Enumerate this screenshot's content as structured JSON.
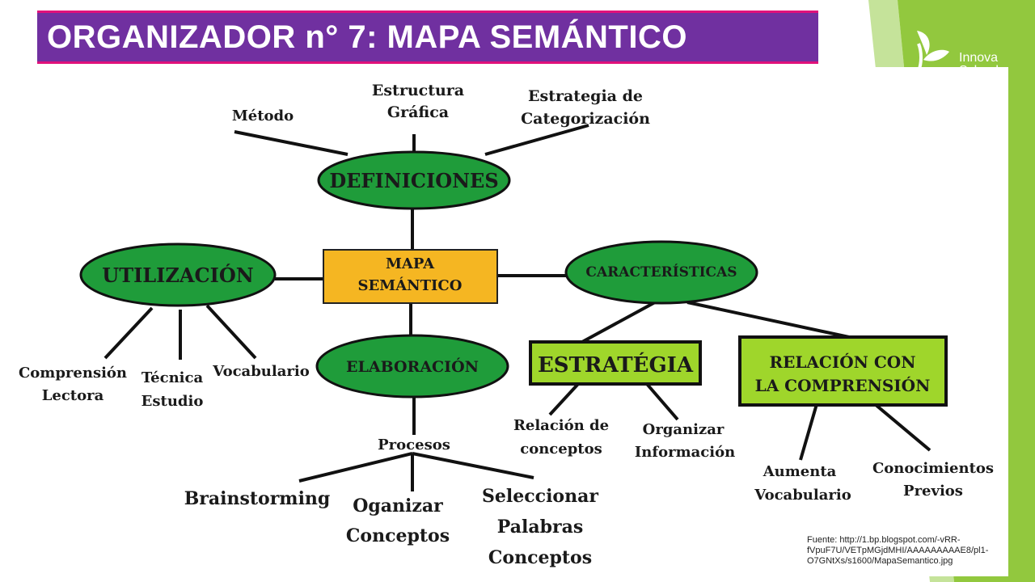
{
  "slide": {
    "title": "ORGANIZADOR n° 7: MAPA SEMÁNTICO",
    "logo": {
      "line1": "Innova",
      "line2": "Schools"
    },
    "source": "Fuente: http://1.bp.blogspot.com/-vRR-\nfVpuF7U/VETpMGjdMHI/AAAAAAAAAE8/pl1-\nO7GNtXs/s1600/MapaSemantico.jpg"
  },
  "diagram": {
    "center": {
      "line1": "MAPA",
      "line2": "SEMÁNTICO"
    },
    "definiciones": {
      "label": "DEFINICIONES",
      "metodo": "Método",
      "estructura": {
        "line1": "Estructura",
        "line2": "Gráfica"
      },
      "estrategia": {
        "line1": "Estrategia de",
        "line2": "Categorización"
      }
    },
    "utilizacion": {
      "label": "UTILIZACIÓN",
      "comprension": {
        "line1": "Comprensión",
        "line2": "Lectora"
      },
      "tecnica": {
        "line1": "Técnica",
        "line2": "Estudio"
      },
      "vocabulario": "Vocabulario"
    },
    "caracteristicas": {
      "label": "CARACTERÍSTICAS"
    },
    "elaboracion": {
      "label": "ELABORACIÓN",
      "procesos": "Procesos",
      "brainstorming": "Brainstorming",
      "oganizar": {
        "line1": "Oganizar",
        "line2": "Conceptos"
      },
      "seleccionar": {
        "line1": "Seleccionar",
        "line2": "Palabras",
        "line3": "Conceptos"
      }
    },
    "estrategia_box": {
      "label": "ESTRATÉGIA",
      "relacion": {
        "line1": "Relación de",
        "line2": "conceptos"
      },
      "organizar": {
        "line1": "Organizar",
        "line2": "Información"
      }
    },
    "relacion_box": {
      "line1": "RELACIÓN CON",
      "line2": "LA COMPRENSIÓN",
      "aumenta": {
        "line1": "Aumenta",
        "line2": "Vocabulario"
      },
      "conocimientos": {
        "line1": "Conocimientos",
        "line2": "Previos"
      }
    }
  },
  "colors": {
    "title_bg": "#7030a0",
    "title_border": "#e0117a",
    "band_green": "#92c83e",
    "ellipse_green": "#1f9c3a",
    "center_yellow": "#f5b622",
    "box_lime": "#9fd62b"
  }
}
